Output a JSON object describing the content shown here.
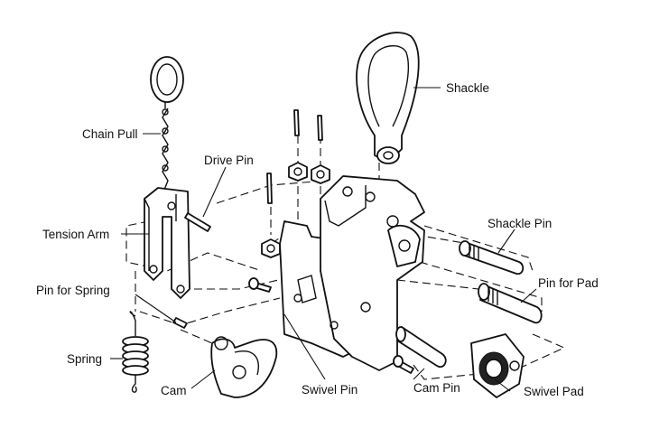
{
  "labels": {
    "shackle": "Shackle",
    "chain_pull": "Chain Pull",
    "drive_pin": "Drive Pin",
    "tension_arm": "Tension Arm",
    "shackle_pin": "Shackle Pin",
    "pin_for_pad": "Pin for Pad",
    "pin_for_spring": "Pin for Spring",
    "spring": "Spring",
    "cam": "Cam",
    "swivel_pin": "Swivel Pin",
    "cam_pin": "Cam Pin",
    "swivel_pad": "Swivel Pad"
  }
}
